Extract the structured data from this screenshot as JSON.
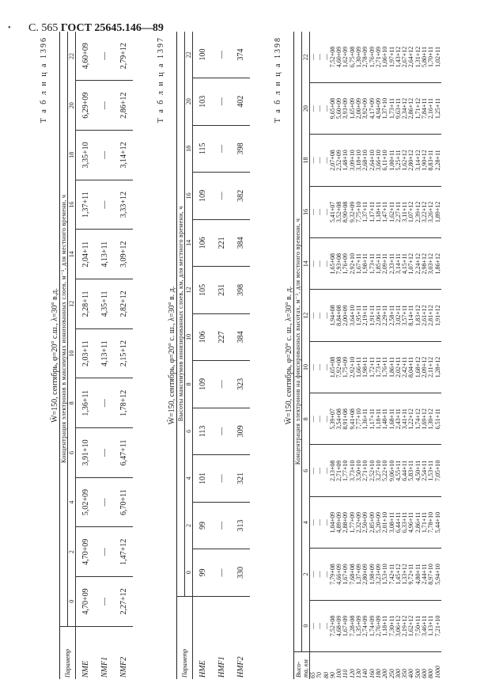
{
  "page": {
    "header_prefix": "С. 565",
    "header_gost": "ГОСТ 25645.146—89"
  },
  "tables": [
    {
      "number": "Т а б л и ц а 1396",
      "title": "W̄=150, сентябрь, φ=20° с.ш., λ=30° в.д.",
      "span_header": "Концентрация электронов в максимумах ионизованных слоев, м⁻³, для местного времени, ч",
      "param_header": "Параметр",
      "hours": [
        "0",
        "2",
        "4",
        "6",
        "8",
        "10",
        "12",
        "14",
        "16",
        "18",
        "20",
        "22"
      ],
      "rows": [
        {
          "param": "NME",
          "values": [
            "4,70+09",
            "4,70+09",
            "5,02+09",
            "3,91+10",
            "1,36+11",
            "2,03+11",
            "2,28+11",
            "2,04+11",
            "1,37+11",
            "3,35+10",
            "6,29+09",
            "4,60+09"
          ]
        },
        {
          "param": "NMF1",
          "values": [
            "—",
            "—",
            "—",
            "—",
            "—",
            "4,13+11",
            "4,35+11",
            "4,13+11",
            "—",
            "—",
            "—",
            "—"
          ]
        },
        {
          "param": "NMF2",
          "values": [
            "2,27+12",
            "1,47+12",
            "6,70+11",
            "6,47+11",
            "1,78+12",
            "2,15+12",
            "2,82+12",
            "3,09+12",
            "3,33+12",
            "3,14+12",
            "2,86+12",
            "2,79+12"
          ]
        }
      ]
    },
    {
      "number": "Т а б л и ц а 1397",
      "title": "W̄=150, сентябрь, φ=20° с. ш., λ=30° в. д.",
      "span_header": "Высоты максимумов ионизированных слоев, км, для местного времени, ч",
      "param_header": "Параметр",
      "hours": [
        "0",
        "2",
        "4",
        "6",
        "8",
        "10",
        "12",
        "14",
        "16",
        "18",
        "20",
        "22"
      ],
      "rows": [
        {
          "param": "HME",
          "values": [
            "99",
            "99",
            "101",
            "113",
            "109",
            "106",
            "105",
            "106",
            "109",
            "115",
            "103",
            "100"
          ]
        },
        {
          "param": "HMF1",
          "values": [
            "—",
            "—",
            "—",
            "—",
            "—",
            "227",
            "231",
            "221",
            "—",
            "—",
            "—",
            "—"
          ]
        },
        {
          "param": "HMF2",
          "values": [
            "330",
            "313",
            "321",
            "309",
            "323",
            "384",
            "398",
            "384",
            "382",
            "398",
            "402",
            "374"
          ]
        }
      ]
    },
    {
      "number": "Т а б л и ц а 1398",
      "title": "W̄=150, сентябрь, φ=20° с. ш., λ=30° в. д.",
      "span_header": "Концентрация электронов на фиксированных высотах, м⁻³, для местного времени, ч",
      "param_header": "Высо-та, км",
      "hours": [
        "0",
        "2",
        "4",
        "6",
        "8",
        "10",
        "12",
        "14",
        "16",
        "18",
        "20",
        "22"
      ],
      "heights": [
        "65",
        "70",
        "80",
        "90",
        "100",
        "110",
        "120",
        "130",
        "140",
        "160",
        "180",
        "200",
        "250",
        "300",
        "350",
        "400",
        "500",
        "600",
        "800",
        "1000"
      ],
      "columns": [
        [
          "—",
          "—",
          "—",
          "7,52+08",
          "4,68+09",
          "1,67+09",
          "7,28+08",
          "1,35+09",
          "2,74+09",
          "1,74+09",
          "2,76+09",
          "1,18+11",
          "7,30+11",
          "3,06+12",
          "2,19+12",
          "1,62+12",
          "7,50+11",
          "3,46+11",
          "1,13+11",
          "7,21+10"
        ],
        [
          "—",
          "—",
          "—",
          "7,79+08",
          "4,66+09",
          "1,67+09",
          "7,68+08",
          "1,37+09",
          "2,80+09",
          "1,98+09",
          "3,23+09",
          "1,53+10",
          "7,42+11",
          "1,45+12",
          "1,33+12",
          "9,72+11",
          "4,80+11",
          "2,44+11",
          "8,97+10",
          "5,94+10"
        ],
        [
          "—",
          "—",
          "—",
          "1,04+09",
          "4,89+09",
          "2,88+09",
          "1,77+09",
          "2,32+09",
          "2,50+09",
          "2,85+09",
          "5,20+09",
          "2,01+10",
          "3,08+11",
          "6,44+11",
          "6,33+11",
          "4,96+11",
          "2,86+11",
          "1,71+11",
          "7,78+10",
          "5,44+10"
        ],
        [
          "—",
          "—",
          "—",
          "2,13+08",
          "2,71+09",
          "1,77+10",
          "3,73+10",
          "3,50+10",
          "2,71+10",
          "2,52+10",
          "3,27+10",
          "5,22+10",
          "9,06+10",
          "4,55+11",
          "6,44+11",
          "5,83+11",
          "4,50+11",
          "2,54+11",
          "1,53+11",
          "7,05+10"
        ],
        [
          "—",
          "—",
          "—",
          "5,39+07",
          "3,54+08",
          "8,91+08",
          "9,41+08",
          "7,77+10",
          "1,36+11",
          "1,17+11",
          "1,18+11",
          "1,48+11",
          "1,68+11",
          "2,43+11",
          "3,41+11",
          "1,22+12",
          "1,74+12",
          "1,69+12",
          "1,30+12",
          "6,51+11"
        ],
        [
          "—",
          "—",
          "—",
          "1,65+08",
          "7,92+08",
          "1,75+09",
          "2,92+10",
          "1,66+11",
          "1,98+11",
          "1,72+11",
          "1,73+11",
          "1,76+11",
          "1,86+11",
          "2,02+11",
          "2,42+11",
          "8,04+11",
          "1,68+12",
          "2,09+12",
          "2,11+12",
          "1,28+12"
        ],
        [
          "—",
          "—",
          "—",
          "1,94+08",
          "8,84+08",
          "2,00+09",
          "3,64+10",
          "1,95+11",
          "2,19+11",
          "1,91+11",
          "2,06+11",
          "2,29+11",
          "2,58+11",
          "3,02+11",
          "3,57+11",
          "8,14+11",
          "1,83+12",
          "2,61+12",
          "2,81+12",
          "1,91+12"
        ],
        [
          "—",
          "—",
          "—",
          "1,65+08",
          "7,93+08",
          "1,76+09",
          "2,92+10",
          "1,67+11",
          "1,98+11",
          "1,73+11",
          "1,85+11",
          "2,09+11",
          "2,33+11",
          "3,14+11",
          "4,15+11",
          "1,07+12",
          "2,24+12",
          "2,98+12",
          "3,03+12",
          "1,86+12"
        ],
        [
          "—",
          "—",
          "—",
          "5,41+07",
          "3,52+08",
          "8,90+08",
          "9,32+09",
          "7,75+10",
          "1,37+11",
          "1,17+11",
          "1,18+11",
          "1,47+11",
          "1,62+11",
          "2,27+11",
          "3,11+11",
          "1,07+12",
          "2,39+12",
          "3,22+12",
          "3,26+12",
          "1,89+12"
        ],
        [
          "—",
          "—",
          "—",
          "2,07+08",
          "2,52+09",
          "1,48+10",
          "3,09+10",
          "3,18+10",
          "2,68+10",
          "2,64+10",
          "3,66+10",
          "6,11+10",
          "1,00+11",
          "5,25+11",
          "1,62+12",
          "2,80+12",
          "3,14+12",
          "1,90+12",
          "8,83+11",
          "2,28+11"
        ],
        [
          "—",
          "—",
          "—",
          "9,65+08",
          "5,60+09",
          "3,93+09",
          "1,65+09",
          "2,00+09",
          "3,92+09",
          "4,17+09",
          "4,94+09",
          "1,37+10",
          "1,73+11",
          "9,63+11",
          "2,34+12",
          "2,86+12",
          "1,71+12",
          "7,84+11",
          "2,16+11",
          "1,25+11"
        ],
        [
          "—",
          "—",
          "—",
          "7,52+08",
          "4,60+09",
          "1,62+09",
          "6,75+08",
          "1,30+09",
          "2,78+09",
          "1,76+09",
          "2,71+09",
          "1,06+10",
          "1,97+11",
          "1,43+12",
          "2,67+12",
          "2,64+12",
          "1,31+12",
          "5,80+11",
          "1,70+11",
          "1,02+11"
        ]
      ]
    }
  ]
}
